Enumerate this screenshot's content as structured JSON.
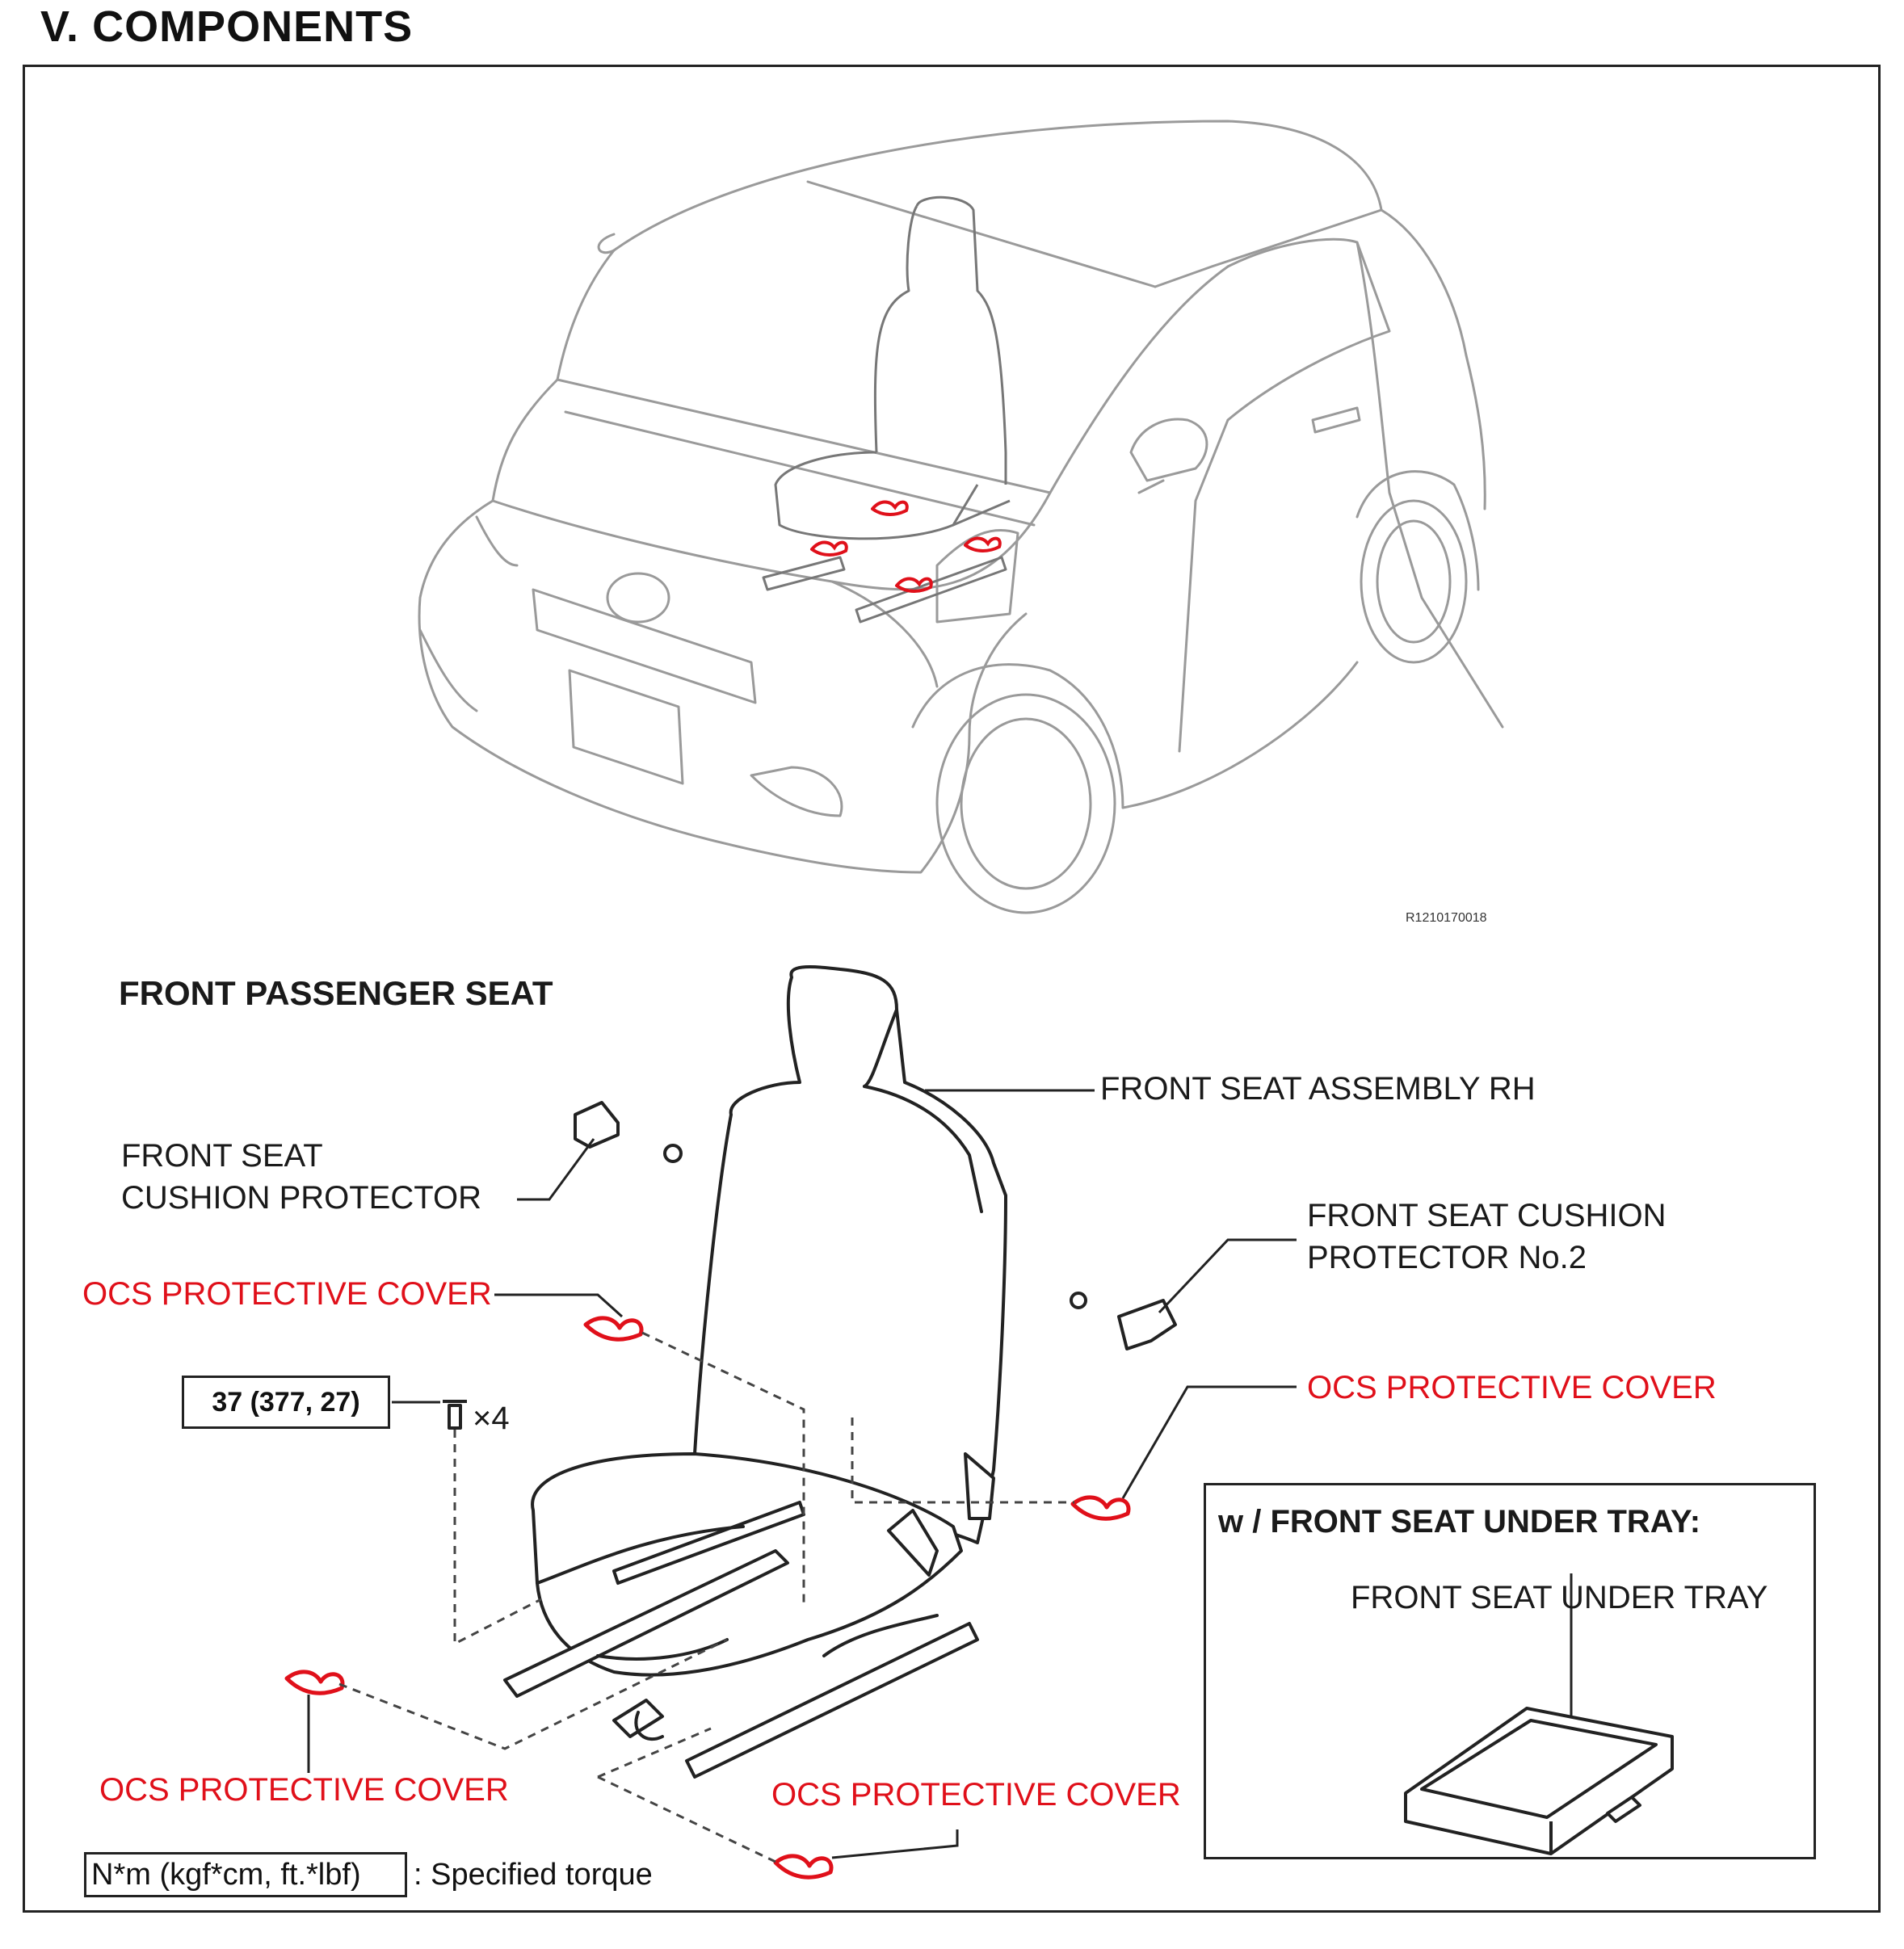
{
  "heading": "V.  COMPONENTS",
  "figure_code": "R1210170018",
  "section_title": "FRONT PASSENGER SEAT",
  "labels": {
    "seat_assembly": "FRONT SEAT ASSEMBLY RH",
    "cushion_protector_line1": "FRONT SEAT",
    "cushion_protector_line2": "CUSHION PROTECTOR",
    "cushion_protector2_line1": "FRONT SEAT CUSHION",
    "cushion_protector2_line2": "PROTECTOR No.2",
    "ocs_cover": "OCS PROTECTIVE COVER",
    "bolt_qty": "×4"
  },
  "torque_value": "37 (377, 27)",
  "legend": {
    "box_text": "N*m (kgf*cm, ft.*lbf)",
    "description": ": Specified torque"
  },
  "inset": {
    "title": "w / FRONT SEAT UNDER TRAY:",
    "part_label": "FRONT SEAT UNDER TRAY"
  },
  "colors": {
    "highlight": "#e0101a",
    "line": "#222222",
    "faint_line": "#9a9a9a"
  }
}
